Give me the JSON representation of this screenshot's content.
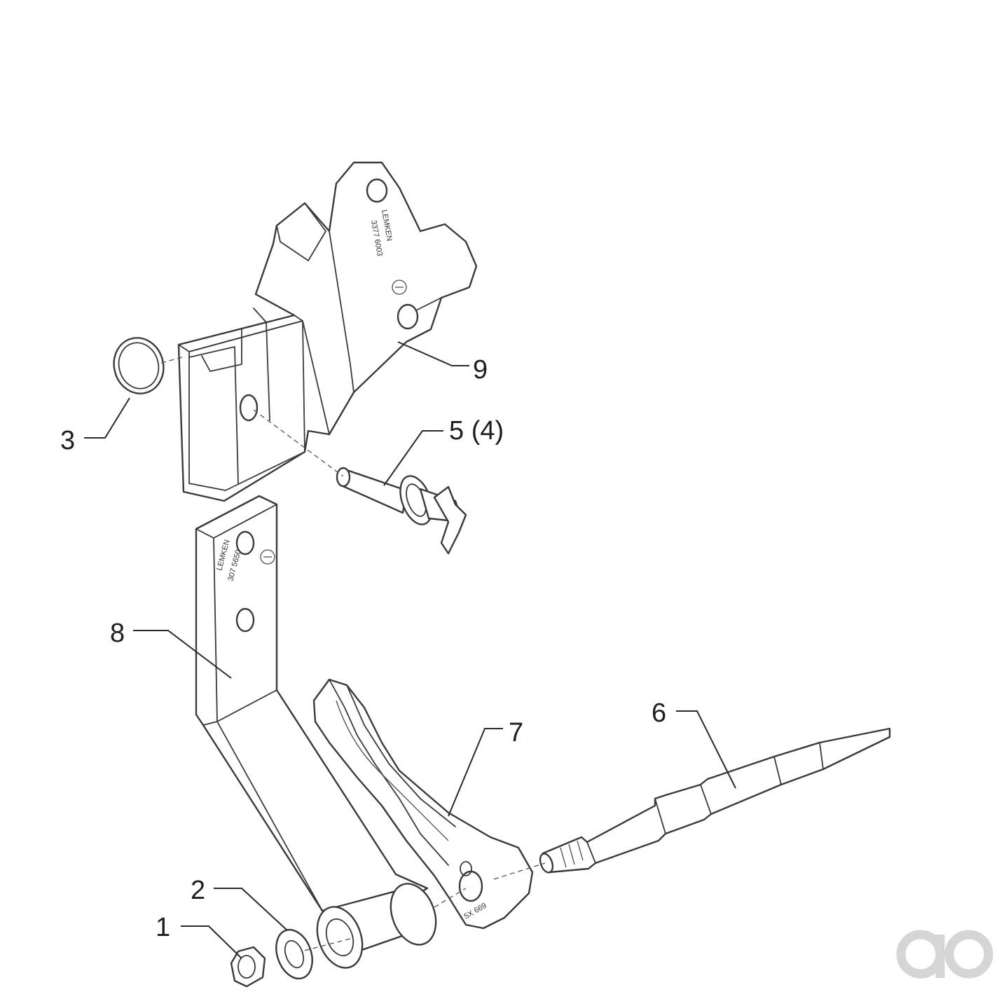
{
  "callouts": [
    {
      "id": "1",
      "label": "1"
    },
    {
      "id": "2",
      "label": "2"
    },
    {
      "id": "3",
      "label": "3"
    },
    {
      "id": "4",
      "label": "5 (4)"
    },
    {
      "id": "5",
      "label": "6"
    },
    {
      "id": "6",
      "label": "7"
    },
    {
      "id": "7",
      "label": "8"
    },
    {
      "id": "8",
      "label": "9"
    }
  ],
  "stamps": {
    "bracket_line1": "LEMKEN",
    "bracket_line2": "3377 6003",
    "shank_line1": "LEMKEN",
    "shank_line2": "307 5650",
    "arm": "5X 669"
  },
  "watermark": "ao-logo"
}
